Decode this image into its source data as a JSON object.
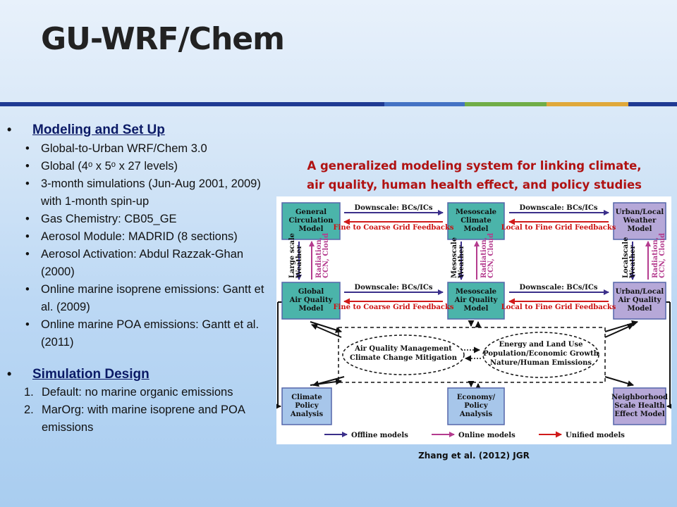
{
  "title": "GU-WRF/Chem",
  "colors": {
    "rule_segments": [
      "#1f3a93",
      "#4472c4",
      "#70ad47",
      "#e0a83a",
      "#1f3a93"
    ],
    "figure_title": "#b01212",
    "offline_arrow": "#3b2f8a",
    "online_arrow": "#b43b8e",
    "unified_arrow": "#d01a1a",
    "model_box_fill": "#4bb4aa",
    "model_box_stroke": "#5566aa"
  },
  "left": {
    "section1": {
      "bullet": "•",
      "heading": "Modeling and Set Up",
      "items": [
        "Global-to-Urban WRF/Chem 3.0",
        "Global (4ᵒ x 5ᵒ x 27 levels)",
        "3-month simulations (Jun-Aug 2001, 2009) with 1-month spin-up",
        "Gas Chemistry: CB05_GE",
        "Aerosol Module: MADRID (8 sections)",
        "Aerosol Activation:  Abdul Razzak-Ghan (2000)",
        "Online marine isoprene emissions: Gantt et al. (2009)",
        "Online marine POA emissions: Gantt et al. (2011)"
      ]
    },
    "section2": {
      "bullet": "•",
      "heading": "Simulation Design",
      "items": [
        {
          "num": "1.",
          "text": "Default: no marine organic emissions"
        },
        {
          "num": "2.",
          "text": "MarOrg: with marine isoprene and POA emissions"
        }
      ]
    }
  },
  "figure": {
    "title_line1": "A generalized modeling system for linking climate,",
    "title_line2": "air quality, human health effect, and policy studies",
    "boxes": {
      "gcm": [
        "General",
        "Circulation",
        "Model"
      ],
      "mcm": [
        "Mesoscale",
        "Climate",
        "Model"
      ],
      "ulw": [
        "Urban/Local",
        "Weather",
        "Model"
      ],
      "gaq": [
        "Global",
        "Air Quality",
        "Model"
      ],
      "maq": [
        "Mesoscale",
        "Air Quality",
        "Model"
      ],
      "uaq": [
        "Urban/Local",
        "Air Quality",
        "Model"
      ],
      "cpa": [
        "Climate",
        "Policy",
        "Analysis"
      ],
      "epa": [
        "Economy/",
        "Policy",
        "Analysis"
      ],
      "nsh": [
        "Neighborhood",
        "Scale Health",
        "Effect Model"
      ]
    },
    "ellipses": {
      "left": [
        "Air Quality Management",
        "Climate Change Mitigation"
      ],
      "right": [
        "Energy and Land Use",
        "Population/Economic Growth",
        "Nature/Human Emissions"
      ]
    },
    "labels": {
      "downscale": "Downscale: BCs/ICs",
      "fine_to_coarse": "Fine to Coarse Grid Feedbacks",
      "local_to_fine": "Local to Fine Grid Feedbacks",
      "large_scale_weather": [
        "Large scale",
        "Weather"
      ],
      "mesoscale_weather": [
        "Mesoscale",
        "Weather"
      ],
      "localscale_weather": [
        "Localscale",
        "Weather"
      ],
      "radiation_ccn_cloud": [
        "Radiation,",
        "CCN, Cloud"
      ]
    },
    "legend": {
      "offline": "Offline models",
      "online": "Online models",
      "unified": "Unified models"
    }
  },
  "citation": "Zhang et al. (2012) JGR"
}
